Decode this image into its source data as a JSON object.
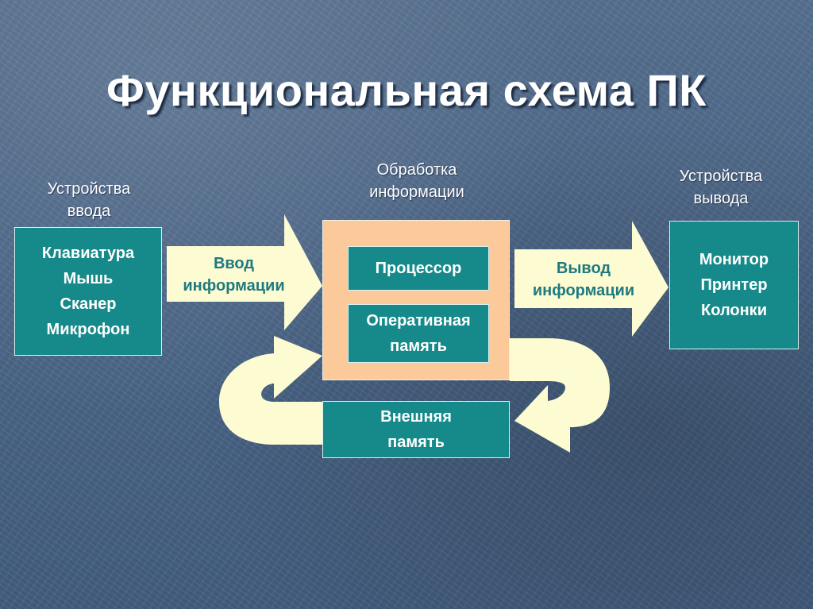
{
  "title": "Функциональная схема ПК",
  "input_devices": {
    "heading_line1": "Устройства",
    "heading_line2": "ввода",
    "items": [
      "Клавиатура",
      "Мышь",
      "Сканер",
      "Микрофон"
    ]
  },
  "processing": {
    "heading_line1": "Обработка",
    "heading_line2": "информации",
    "processor": "Процессор",
    "ram_line1": "Оперативная",
    "ram_line2": "память"
  },
  "output_devices": {
    "heading_line1": "Устройства",
    "heading_line2": "вывода",
    "items": [
      "Монитор",
      "Принтер",
      "Колонки"
    ]
  },
  "input_arrow": {
    "label_line1": "Ввод",
    "label_line2": "информации"
  },
  "output_arrow": {
    "label_line1": "Вывод",
    "label_line2": "информации"
  },
  "external_memory": {
    "line1": "Внешняя",
    "line2": "память"
  },
  "colors": {
    "box_fill": "#168a8a",
    "arrow_fill": "#fdfbd2",
    "peach_fill": "#fcc99b",
    "label_text": "#1f7a80"
  }
}
